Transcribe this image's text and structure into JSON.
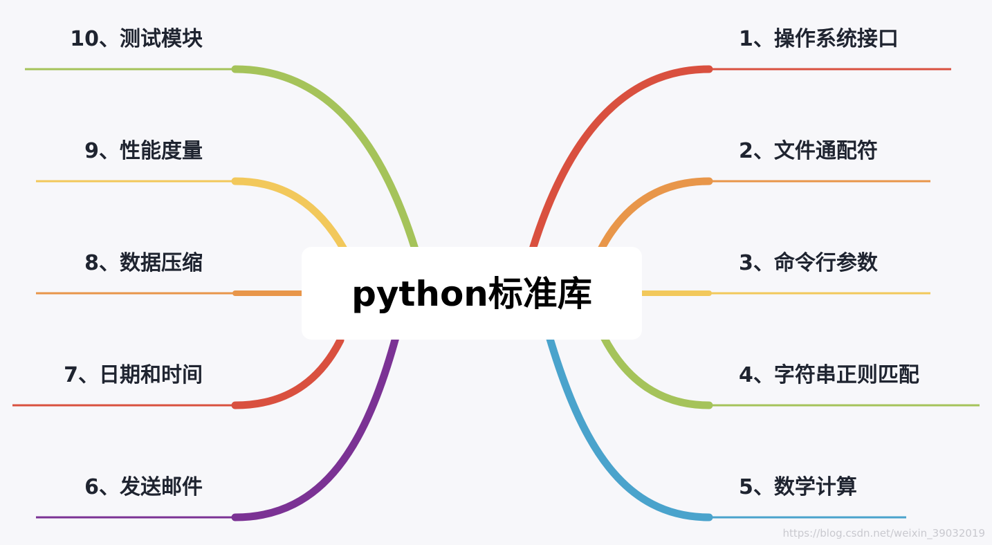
{
  "center": {
    "label": "python标准库"
  },
  "branches": [
    {
      "id": "os",
      "label": "1、操作系统接口",
      "side": "right",
      "color": "#d9503f"
    },
    {
      "id": "glob",
      "label": "2、文件通配符",
      "side": "right",
      "color": "#e8964a"
    },
    {
      "id": "argv",
      "label": "3、命令行参数",
      "side": "right",
      "color": "#f2c85b"
    },
    {
      "id": "regex",
      "label": "4、字符串正则匹配",
      "side": "right",
      "color": "#a5c35a"
    },
    {
      "id": "math",
      "label": "5、数学计算",
      "side": "right",
      "color": "#4aa3cc"
    },
    {
      "id": "email",
      "label": "6、发送邮件",
      "side": "left",
      "color": "#7b3294"
    },
    {
      "id": "datetime",
      "label": "7、日期和时间",
      "side": "left",
      "color": "#d9503f"
    },
    {
      "id": "compress",
      "label": "8、数据压缩",
      "side": "left",
      "color": "#e8964a"
    },
    {
      "id": "perf",
      "label": "9、性能度量",
      "side": "left",
      "color": "#f2c85b"
    },
    {
      "id": "test",
      "label": "10、测试模块",
      "side": "left",
      "color": "#a5c35a"
    }
  ],
  "watermark": {
    "text": "https://blog.csdn.net/weixin_39032019"
  }
}
